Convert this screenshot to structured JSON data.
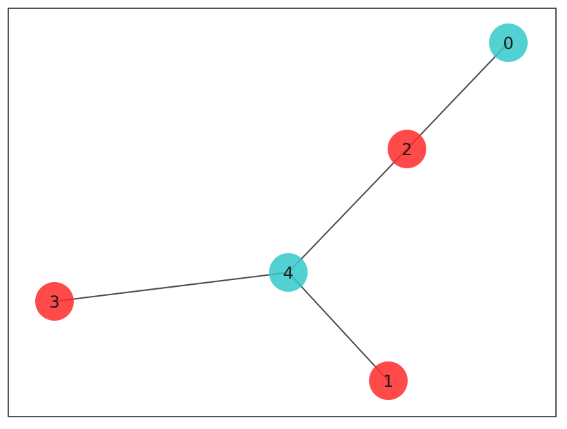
{
  "graph": {
    "nodes": [
      {
        "id": "0",
        "label": "0",
        "color": "#33c9c9"
      },
      {
        "id": "1",
        "label": "1",
        "color": "#ff2a2a"
      },
      {
        "id": "2",
        "label": "2",
        "color": "#ff2a2a"
      },
      {
        "id": "3",
        "label": "3",
        "color": "#ff2a2a"
      },
      {
        "id": "4",
        "label": "4",
        "color": "#33c9c9"
      }
    ],
    "edges": [
      {
        "source": "0",
        "target": "2"
      },
      {
        "source": "2",
        "target": "4"
      },
      {
        "source": "4",
        "target": "3"
      },
      {
        "source": "4",
        "target": "1"
      }
    ],
    "edge_color": "#4a4a4a",
    "frame_color": "#1a1a1a"
  }
}
